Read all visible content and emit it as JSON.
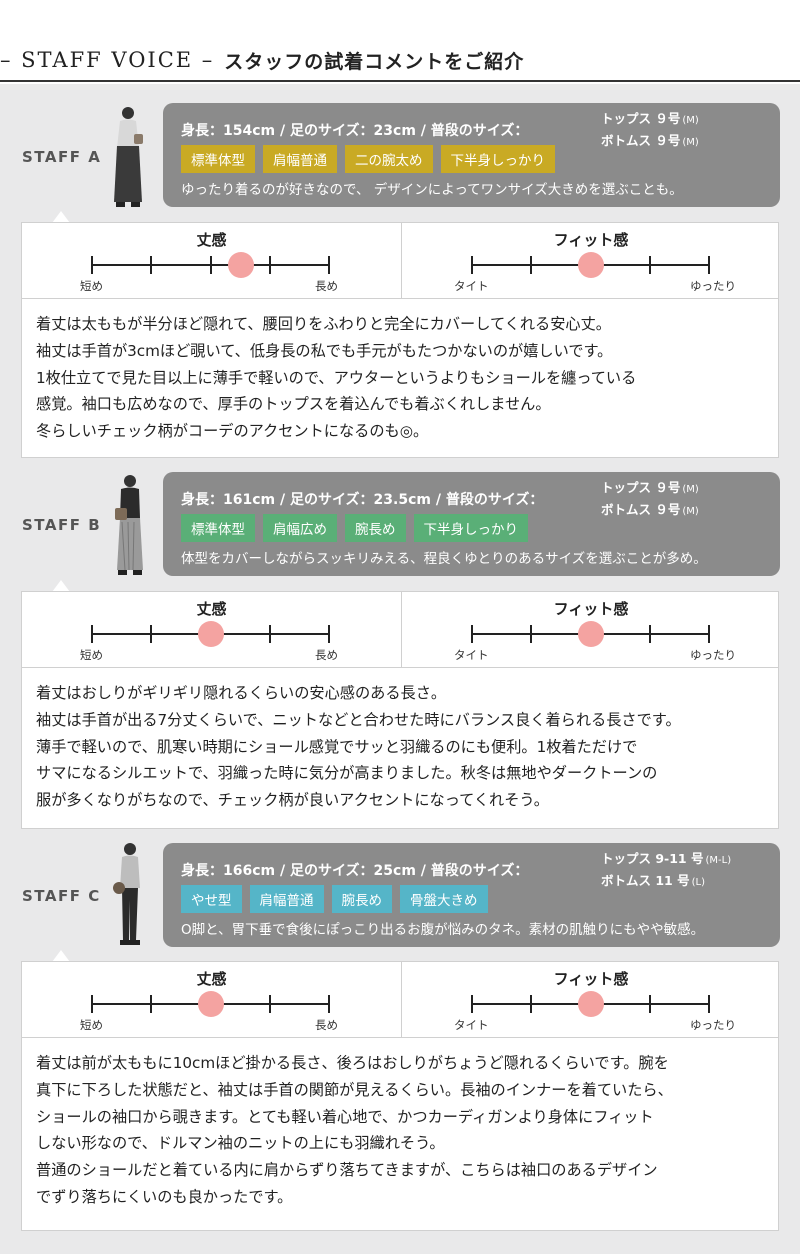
{
  "header": {
    "title_en": "– STAFF VOICE –",
    "title_jp": "スタッフの試着コメントをご紹介"
  },
  "scale_labels": {
    "length_title": "丈感",
    "length_min": "短め",
    "length_max": "長め",
    "fit_title": "フィット感",
    "fit_min": "タイト",
    "fit_max": "ゆったり"
  },
  "colors": {
    "panel_bg": "#e9e9ea",
    "info_bg": "#8b8b8b",
    "dot": "#f4a3a1"
  },
  "staff": [
    {
      "label": "STAFF A",
      "spec": "身長：154cm / 足のサイズ：23cm / 普段のサイズ：",
      "tops": "トップス ９号",
      "tops_unit": "(M)",
      "bottoms": "ボトムス ９号",
      "bottoms_unit": "(M)",
      "tag_color": "#c9aa24",
      "tags": [
        "標準体型",
        "肩幅普通",
        "二の腕太め",
        "下半身しっかり"
      ],
      "desc": "ゆったり着るのが好きなので、 デザインによってワンサイズ大きめを選ぶことも。",
      "length_level": 0.625,
      "fit_level": 0.5,
      "comment": [
        "着丈は太ももが半分ほど隠れて、腰回りをふわりと完全にカバーしてくれる安心丈。",
        "袖丈は手首が3cmほど覗いて、低身長の私でも手元がもたつかないのが嬉しいです。",
        "1枚仕立てで見た目以上に薄手で軽いので、アウターというよりもショールを纏っている",
        "感覚。袖口も広めなので、厚手のトップスを着込んでも着ぶくれしません。",
        "冬らしいチェック柄がコーデのアクセントになるのも◎。"
      ]
    },
    {
      "label": "STAFF B",
      "spec": "身長：161cm / 足のサイズ：23.5cm / 普段のサイズ：",
      "tops": "トップス ９号",
      "tops_unit": "(M)",
      "bottoms": "ボトムス ９号",
      "bottoms_unit": "(M)",
      "tag_color": "#5aaf77",
      "tags": [
        "標準体型",
        "肩幅広め",
        "腕長め",
        "下半身しっかり"
      ],
      "desc": "体型をカバーしながらスッキリみえる、程良くゆとりのあるサイズを選ぶことが多め。",
      "length_level": 0.5,
      "fit_level": 0.5,
      "comment": [
        "着丈はおしりがギリギリ隠れるくらいの安心感のある長さ。",
        "袖丈は手首が出る7分丈くらいで、ニットなどと合わせた時にバランス良く着られる長さです。",
        "薄手で軽いので、肌寒い時期にショール感覚でサッと羽織るのにも便利。1枚着ただけで",
        "サマになるシルエットで、羽織った時に気分が高まりました。秋冬は無地やダークトーンの",
        "服が多くなりがちなので、チェック柄が良いアクセントになってくれそう。"
      ]
    },
    {
      "label": "STAFF C",
      "spec": "身長：166cm / 足のサイズ：25cm / 普段のサイズ：",
      "tops": "トップス 9-11 号",
      "tops_unit": "(M-L)",
      "bottoms": "ボトムス 11 号",
      "bottoms_unit": "(L)",
      "tag_color": "#55b5c8",
      "tags": [
        "やせ型",
        "肩幅普通",
        "腕長め",
        "骨盤大きめ"
      ],
      "desc": "O脚と、胃下垂で食後にぽっこり出るお腹が悩みのタネ。素材の肌触りにもやや敏感。",
      "length_level": 0.5,
      "fit_level": 0.5,
      "comment": [
        "着丈は前が太ももに10cmほど掛かる長さ、後ろはおしりがちょうど隠れるくらいです。腕を",
        "真下に下ろした状態だと、袖丈は手首の関節が見えるくらい。長袖のインナーを着ていたら、",
        "ショールの袖口から覗きます。とても軽い着心地で、かつカーディガンより身体にフィット",
        "しない形なので、ドルマン袖のニットの上にも羽織れそう。",
        "普通のショールだと着ている内に肩からずり落ちてきますが、こちらは袖口のあるデザイン",
        "でずり落ちにくいのも良かったです。"
      ]
    }
  ]
}
